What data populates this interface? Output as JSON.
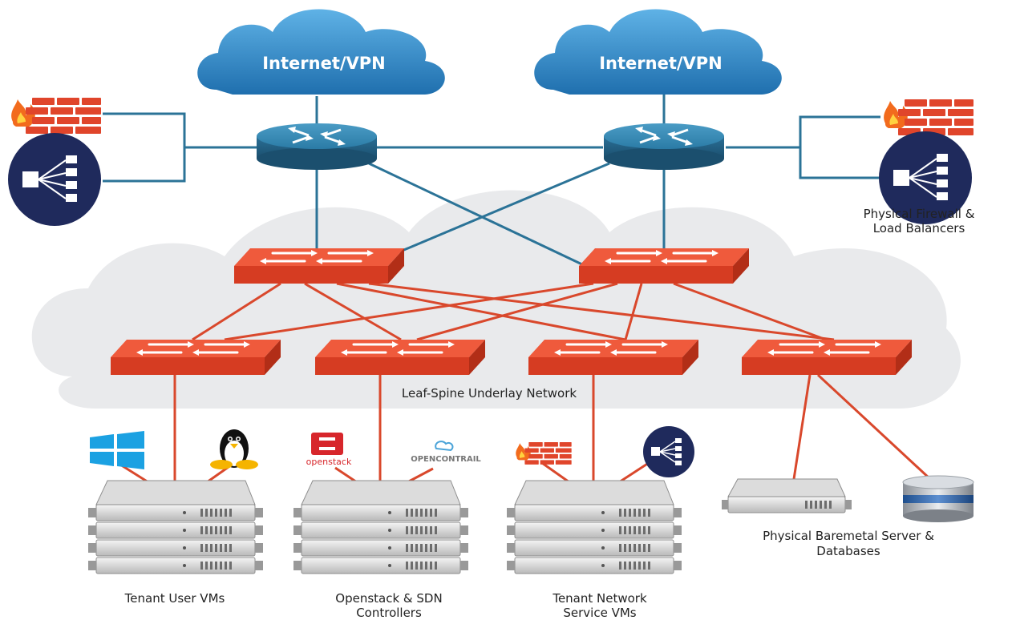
{
  "clouds": [
    {
      "label": "Internet/VPN"
    },
    {
      "label": "Internet/VPN"
    }
  ],
  "labels": {
    "underlay": "Leaf-Spine Underlay Network",
    "physical_fw_line1": "Physical Firewall &",
    "physical_fw_line2": "Load Balancers",
    "baremetal_line1": "Physical Baremetal Server &",
    "baremetal_line2": "Databases",
    "tenant_user_vms": "Tenant User VMs",
    "openstack_line1": "Openstack & SDN",
    "openstack_line2": "Controllers",
    "tenant_net_line1": "Tenant Network",
    "tenant_net_line2": "Service VMs"
  },
  "logos": {
    "openstack": "openstack",
    "opencontrail": "OPENCONTRAIL"
  },
  "colors": {
    "cloud_blue": "#2f86c6",
    "router_blue": "#2a6f96",
    "blue_link": "#2b7397",
    "switch_red": "#e2452a",
    "red_link": "#d9482c",
    "underlay_cloud": "#e9eaec"
  },
  "icons": {
    "firewall": "firewall-icon",
    "load_balancer": "load-balancer-icon",
    "router": "router-icon",
    "switch": "switch-icon",
    "server": "server-rack-icon",
    "database": "database-icon",
    "windows": "windows-icon",
    "linux": "linux-tux-icon"
  }
}
